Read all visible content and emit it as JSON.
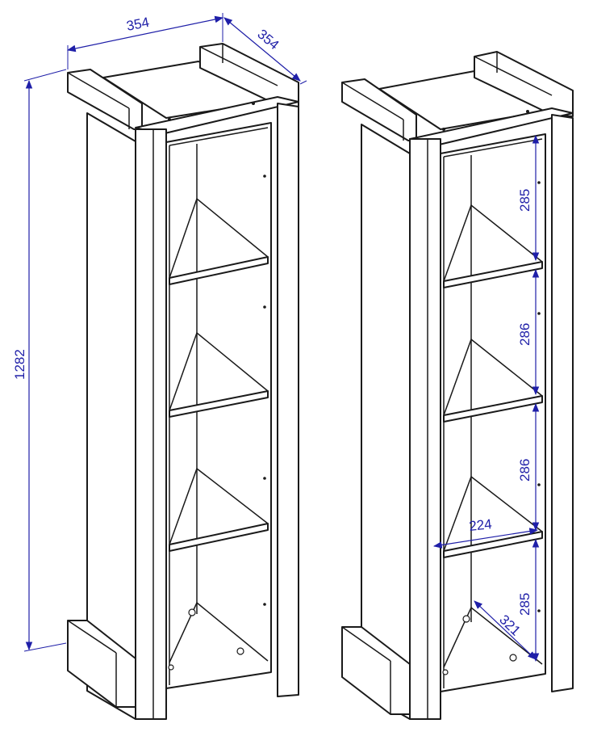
{
  "colors": {
    "dimension": "#1f1fa8",
    "outline": "#1a1a1a",
    "background": "#ffffff"
  },
  "overall": {
    "width": "354",
    "depth": "354",
    "height": "1282"
  },
  "inner": {
    "compartment_heights": [
      "285",
      "286",
      "286",
      "285"
    ],
    "inner_width": "224",
    "inner_depth": "321"
  }
}
